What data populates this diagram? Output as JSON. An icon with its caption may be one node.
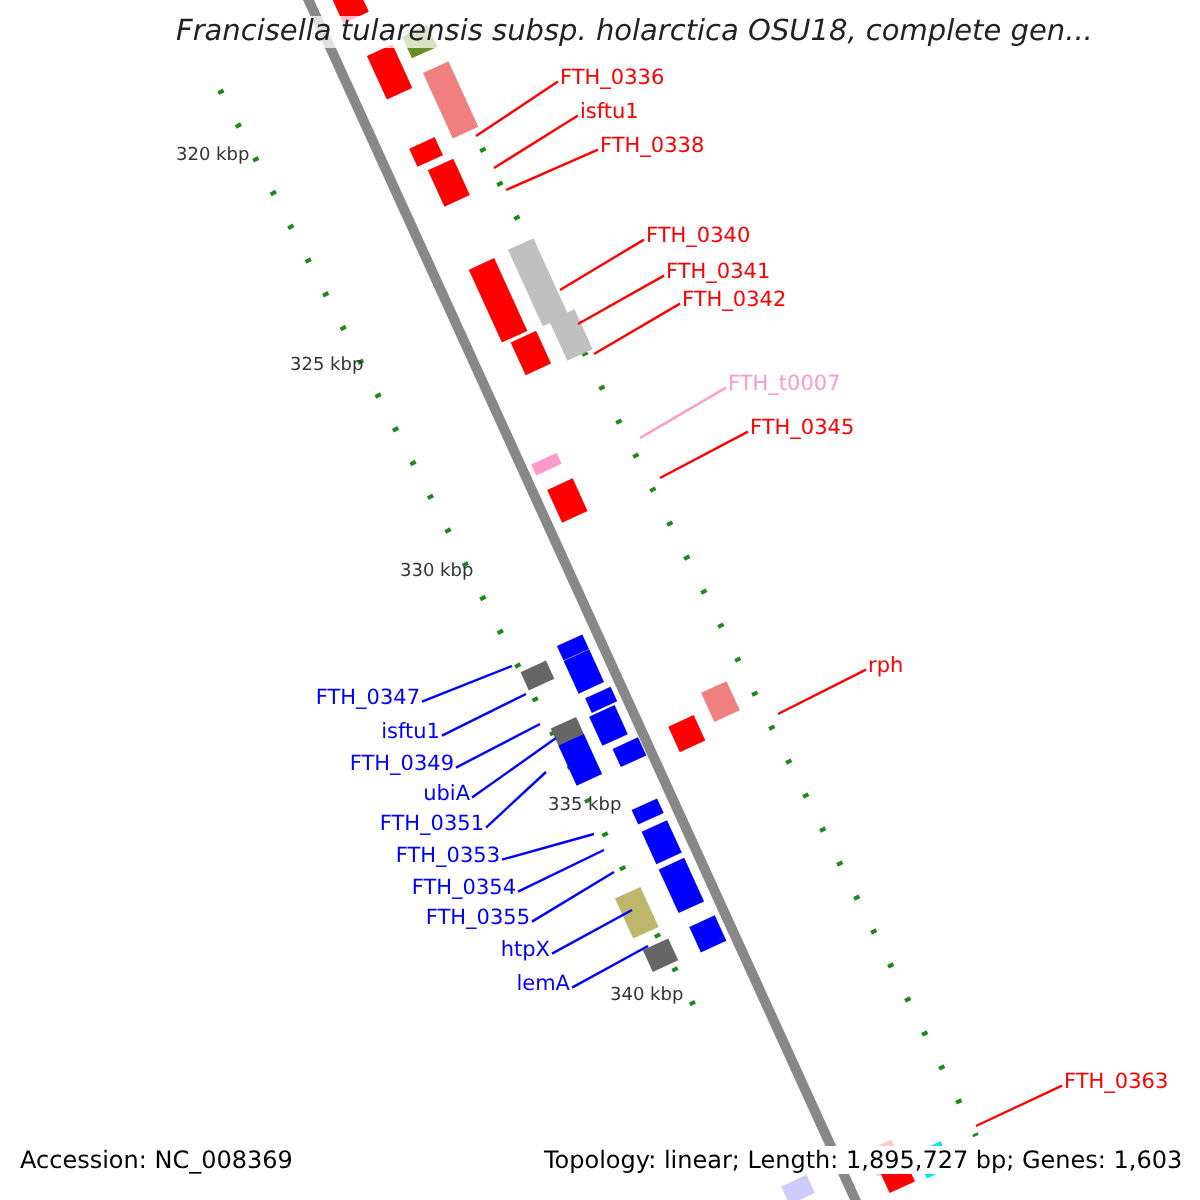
{
  "diagram": {
    "title": "Francisella tularensis subsp. holarctica OSU18, complete gen...",
    "nodes": [
      {
        "text": [
          "FTH_0336"
        ]
      },
      {
        "text": [
          "isftu1"
        ]
      },
      {
        "text": [
          "FTH_0338"
        ]
      },
      {
        "text": [
          "FTH_0340"
        ]
      },
      {
        "text": [
          "FTH_0341"
        ]
      },
      {
        "text": [
          "FTH_0342"
        ]
      },
      {
        "text": [
          "FTH_t0007"
        ]
      },
      {
        "text": [
          "FTH_0345"
        ]
      },
      {
        "text": [
          "rph"
        ]
      },
      {
        "text": [
          "FTH_0347"
        ]
      },
      {
        "text": [
          "isftu1"
        ]
      },
      {
        "text": [
          "FTH_0349"
        ]
      },
      {
        "text": [
          "ubiA"
        ]
      },
      {
        "text": [
          "FTH_0351"
        ]
      },
      {
        "text": [
          "FTH_0353"
        ]
      },
      {
        "text": [
          "FTH_0354"
        ]
      },
      {
        "text": [
          "FTH_0355"
        ]
      },
      {
        "text": [
          "htpX"
        ]
      },
      {
        "text": [
          "lemA"
        ]
      },
      {
        "text": [
          "FTH_0363"
        ]
      }
    ],
    "edges": [
      {
        "from": 0,
        "to": null,
        "arrow": "none",
        "color": "#ff0000"
      },
      {
        "from": 1,
        "to": null,
        "arrow": "none",
        "color": "#ff0000"
      },
      {
        "from": 2,
        "to": null,
        "arrow": "none",
        "color": "#ff0000"
      },
      {
        "from": 3,
        "to": null,
        "arrow": "none",
        "color": "#ff0000"
      },
      {
        "from": 4,
        "to": null,
        "arrow": "none",
        "color": "#ff0000"
      },
      {
        "from": 5,
        "to": null,
        "arrow": "none",
        "color": "#ff0000"
      },
      {
        "from": 6,
        "to": null,
        "arrow": "none",
        "color": "#ff99cc"
      },
      {
        "from": 7,
        "to": null,
        "arrow": "none",
        "color": "#ff0000"
      },
      {
        "from": 8,
        "to": null,
        "arrow": "none",
        "color": "#ff0000"
      },
      {
        "from": 9,
        "to": null,
        "arrow": "none"
      },
      {
        "from": 10,
        "to": null,
        "arrow": "none"
      },
      {
        "from": 11,
        "to": null,
        "arrow": "none"
      },
      {
        "from": 12,
        "to": null,
        "arrow": "none"
      },
      {
        "from": 13,
        "to": null,
        "arrow": "none"
      },
      {
        "from": 14,
        "to": null,
        "arrow": "none"
      },
      {
        "from": 15,
        "to": null,
        "arrow": "none"
      },
      {
        "from": 16,
        "to": null,
        "arrow": "none"
      },
      {
        "from": 17,
        "to": null,
        "arrow": "none"
      },
      {
        "from": 18,
        "to": null,
        "arrow": "none"
      },
      {
        "from": 19,
        "to": null,
        "arrow": "none",
        "color": "#ff0000"
      }
    ],
    "labels": [
      "320 kbp",
      "325 kbp",
      "330 kbp",
      "335 kbp",
      "340 kbp",
      "Accession: NC_008369",
      "Topology: linear; Length: 1,895,727 bp; Genes: 1,603"
    ]
  }
}
